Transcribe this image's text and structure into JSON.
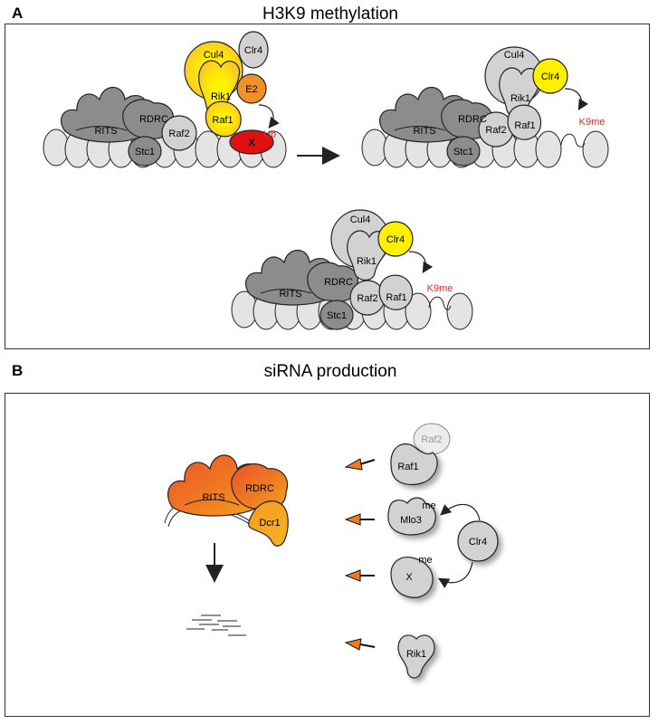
{
  "panel_a": {
    "letter": "A",
    "title": "H3K9 methylation",
    "labels": {
      "rits": "RITS",
      "rdrc": "RDRC",
      "stc1": "Stc1",
      "raf2": "Raf2",
      "raf1": "Raf1",
      "rik1": "Rik1",
      "cul4": "Cul4",
      "clr4": "Clr4",
      "e2": "E2",
      "x": "X",
      "ub": "Ub",
      "k9me": "K9me"
    }
  },
  "panel_b": {
    "letter": "B",
    "title": "siRNA production",
    "labels": {
      "rits": "RITS",
      "rdrc": "RDRC",
      "dcr1": "Dcr1",
      "raf2": "Raf2",
      "raf1": "Raf1",
      "mlo3": "Mlo3",
      "me": "me",
      "clr4": "Clr4",
      "x": "X",
      "rik1": "Rik1"
    }
  },
  "colors": {
    "dark_gray": "#8c8c8c",
    "light_gray": "#d2d2d2",
    "nucleosome": "#e4e4e4",
    "yellow": "#fff000",
    "orange": "#f0902a",
    "red": "#e01010",
    "text_red": "#e8262b",
    "outline": "#222222"
  }
}
